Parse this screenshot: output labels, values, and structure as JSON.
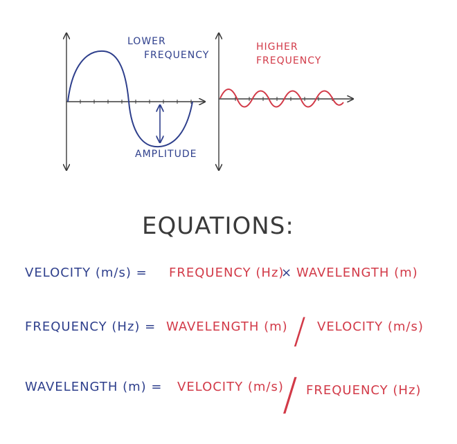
{
  "colors": {
    "blue": "#2e3f8c",
    "red": "#d23a48",
    "ink": "#3a3a3a",
    "paper": "#ffffff"
  },
  "graphs": {
    "lower": {
      "label_line1": "LOWER",
      "label_line2": "FREQUENCY",
      "amplitude_label": "AMPLITUDE"
    },
    "higher": {
      "label_line1": "HIGHER",
      "label_line2": "FREQUENCY"
    }
  },
  "equations_title": "EQUATIONS:",
  "equations": [
    {
      "lhs": "VELOCITY (m/s) =",
      "rhs_a": "FREQUENCY (Hz)",
      "op": "×",
      "rhs_b": "WAVELENGTH (m)"
    },
    {
      "lhs": "FREQUENCY (Hz) =",
      "rhs_a": "WAVELENGTH (m)",
      "op": "/",
      "rhs_b": "VELOCITY (m/s)"
    },
    {
      "lhs": "WAVELENGTH (m) =",
      "rhs_a": "VELOCITY (m/s)",
      "op": "/",
      "rhs_b": "FREQUENCY (Hz)"
    }
  ]
}
